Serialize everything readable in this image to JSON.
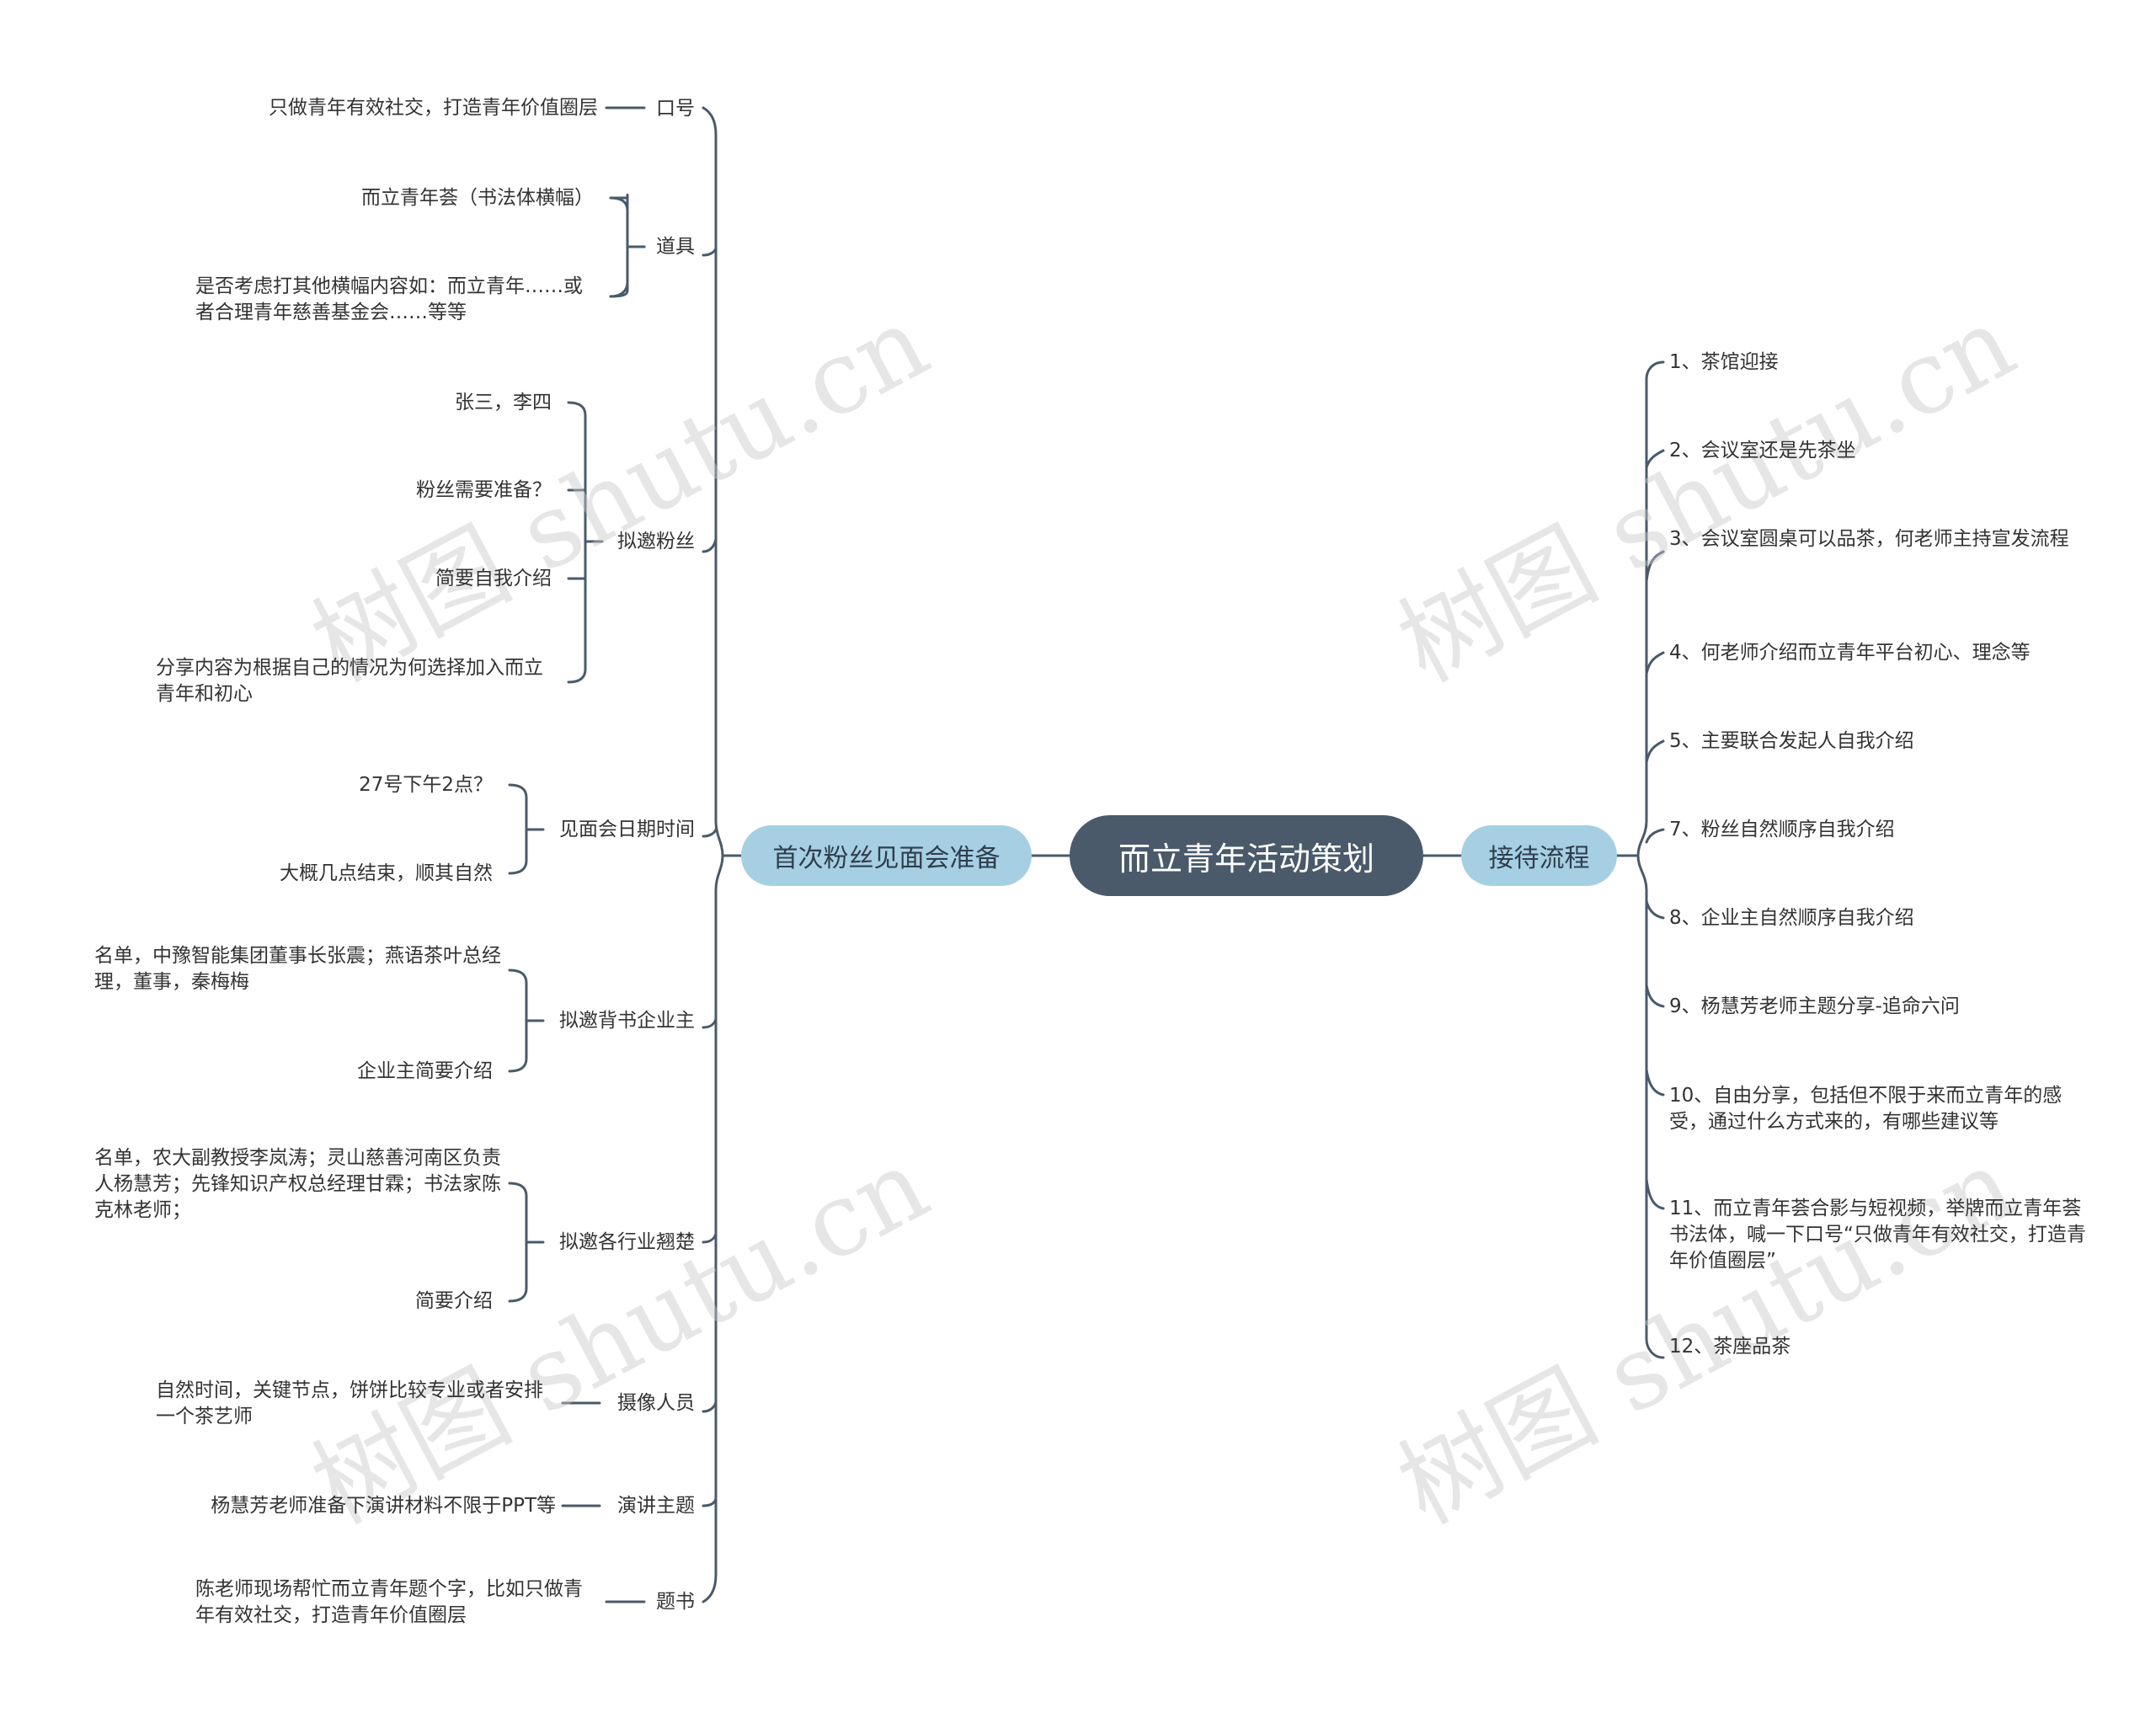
{
  "root": "而立青年活动策划",
  "left_branch": {
    "title": "首次粉丝见面会准备",
    "items": [
      {
        "label": "口号",
        "children": [
          "只做青年有效社交，打造青年价值圈层"
        ]
      },
      {
        "label": "道具",
        "children": [
          "而立青年荟（书法体横幅）",
          "是否考虑打其他横幅内容如：而立青年……或者合理青年慈善基金会……等等"
        ]
      },
      {
        "label": "拟邀粉丝",
        "children": [
          "张三，李四",
          "粉丝需要准备？",
          "简要自我介绍",
          "分享内容为根据自己的情况为何选择加入而立青年和初心"
        ]
      },
      {
        "label": "见面会日期时间",
        "children": [
          "27号下午2点？",
          "大概几点结束，顺其自然"
        ]
      },
      {
        "label": "拟邀背书企业主",
        "children": [
          "名单，中豫智能集团董事长张震；燕语茶叶总经理，董事，秦梅梅",
          "企业主简要介绍"
        ]
      },
      {
        "label": "拟邀各行业翘楚",
        "children": [
          "名单，农大副教授李岚涛；灵山慈善河南区负责人杨慧芳；先锋知识产权总经理甘霖；书法家陈克林老师；",
          "简要介绍"
        ]
      },
      {
        "label": "摄像人员",
        "children": [
          "自然时间，关键节点，饼饼比较专业或者安排一个茶艺师"
        ]
      },
      {
        "label": "演讲主题",
        "children": [
          "杨慧芳老师准备下演讲材料不限于PPT等"
        ]
      },
      {
        "label": "题书",
        "children": [
          "陈老师现场帮忙而立青年题个字，比如只做青年有效社交，打造青年价值圈层"
        ]
      }
    ]
  },
  "right_branch": {
    "title": "接待流程",
    "items": [
      "1、茶馆迎接",
      "2、会议室还是先茶坐",
      "3、会议室圆桌可以品茶，何老师主持宣发流程",
      "4、何老师介绍而立青年平台初心、理念等",
      "5、主要联合发起人自我介绍",
      "7、粉丝自然顺序自我介绍",
      "8、企业主自然顺序自我介绍",
      "9、杨慧芳老师主题分享-追命六问",
      "10、自由分享，包括但不限于来而立青年的感受，通过什么方式来的，有哪些建议等",
      "11、而立青年荟合影与短视频，举牌而立青年荟书法体，喊一下口号“只做青年有效社交，打造青年价值圈层”",
      "12、茶座品茶"
    ]
  },
  "watermark": "树图 shutu.cn",
  "colors": {
    "line": "#4a5a6a",
    "root_bg": "#4a5a6a",
    "main_bg": "#a6cfe3",
    "text": "#333333"
  }
}
